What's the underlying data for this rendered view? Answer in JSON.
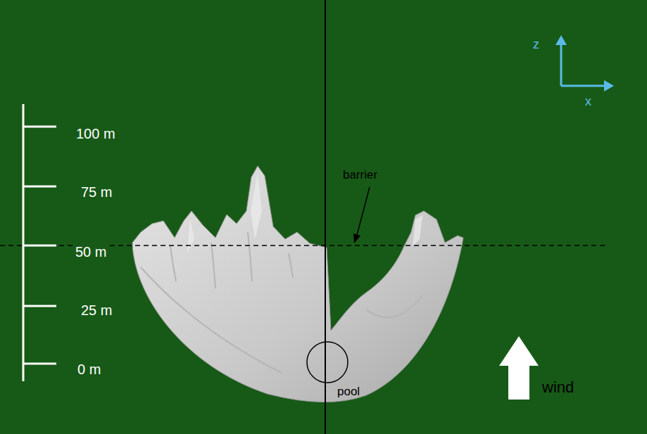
{
  "diagram": {
    "labels": [
      "100 m",
      "75 m",
      "50 m",
      "25 m",
      "0 m",
      "barrier",
      "pool",
      "wind",
      "z",
      "x"
    ]
  }
}
